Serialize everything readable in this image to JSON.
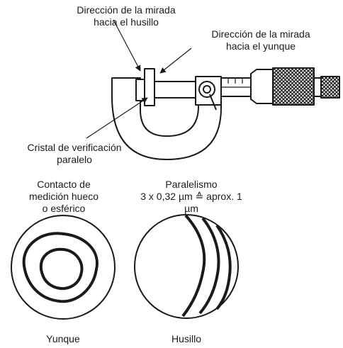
{
  "labels": {
    "spindle_view": {
      "line1": "Dirección de la mirada",
      "line2": "hacia el husillo"
    },
    "anvil_view": {
      "line1": "Dirección de la mirada",
      "line2": "hacia el yunque"
    },
    "optical_flat": {
      "line1": "Cristal de verificación",
      "line2": "paralelo"
    },
    "contact": {
      "line1": "Contacto de",
      "line2": "medición hueco",
      "line3": "o esférico"
    },
    "parallelism": {
      "line1": "Paralelismo",
      "line2": "3 x 0,32 µm ≙ aprox. 1",
      "line3": "µm"
    },
    "anvil_caption": "Yunque",
    "spindle_caption": "Husillo"
  }
}
